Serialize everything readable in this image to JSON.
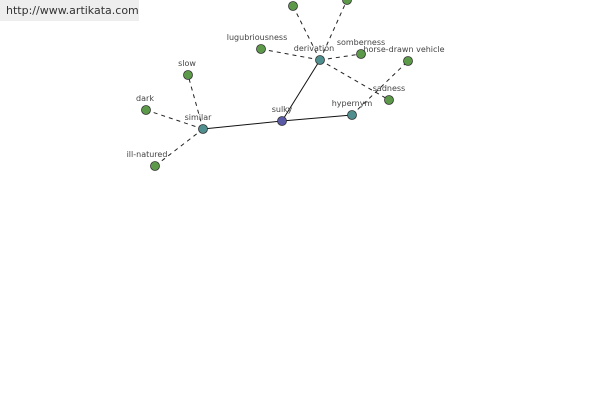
{
  "watermark": "http://www.artikata.com",
  "colors": {
    "root": "#5a5aa6",
    "relation": "#4f8f8f",
    "leaf": "#5c9a4a",
    "stroke": "#333333"
  },
  "nodes": [
    {
      "id": "sulky",
      "label": "sulky",
      "kind": "root"
    },
    {
      "id": "similar",
      "label": "similar",
      "kind": "relation"
    },
    {
      "id": "derivation",
      "label": "derivation",
      "kind": "relation"
    },
    {
      "id": "hypernym",
      "label": "hypernym",
      "kind": "relation"
    },
    {
      "id": "slow",
      "label": "slow",
      "kind": "leaf"
    },
    {
      "id": "dark",
      "label": "dark",
      "kind": "leaf"
    },
    {
      "id": "ill-natured",
      "label": "ill-natured",
      "kind": "leaf"
    },
    {
      "id": "lugubriousness",
      "label": "lugubriousness",
      "kind": "leaf"
    },
    {
      "id": "somberness",
      "label": "somberness",
      "kind": "leaf"
    },
    {
      "id": "sadness",
      "label": "sadness",
      "kind": "leaf"
    },
    {
      "id": "top1",
      "label": "",
      "kind": "leaf"
    },
    {
      "id": "top2",
      "label": "",
      "kind": "leaf"
    },
    {
      "id": "horse-drawn-vehicle",
      "label": "horse-drawn vehicle",
      "kind": "leaf"
    }
  ],
  "edges": [
    {
      "from": "sulky",
      "to": "similar",
      "style": "solid"
    },
    {
      "from": "sulky",
      "to": "derivation",
      "style": "solid"
    },
    {
      "from": "sulky",
      "to": "hypernym",
      "style": "solid"
    },
    {
      "from": "similar",
      "to": "slow",
      "style": "dashed"
    },
    {
      "from": "similar",
      "to": "dark",
      "style": "dashed"
    },
    {
      "from": "similar",
      "to": "ill-natured",
      "style": "dashed"
    },
    {
      "from": "derivation",
      "to": "lugubriousness",
      "style": "dashed"
    },
    {
      "from": "derivation",
      "to": "somberness",
      "style": "dashed"
    },
    {
      "from": "derivation",
      "to": "sadness",
      "style": "dashed"
    },
    {
      "from": "derivation",
      "to": "top1",
      "style": "dashed"
    },
    {
      "from": "derivation",
      "to": "top2",
      "style": "dashed"
    },
    {
      "from": "hypernym",
      "to": "horse-drawn-vehicle",
      "style": "dashed"
    }
  ]
}
